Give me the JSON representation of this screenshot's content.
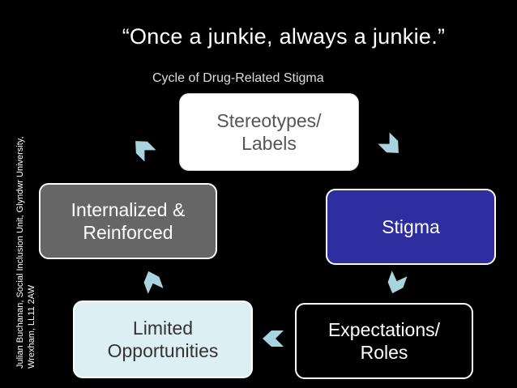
{
  "title": "“Once a junkie, always a junkie.”",
  "subtitle": "Cycle of Drug-Related Stigma",
  "credit": {
    "line1": "Julian Buchanan, Social Inclusion Unit, Glyndwr University,",
    "line2": "Wrexham, LL11 2AW"
  },
  "cycle": {
    "stereotypes": "Stereotypes/\nLabels",
    "stigma": "Stigma",
    "expectations": "Expectations/\nRoles",
    "limited": "Limited\nOpportunities",
    "internalized": "Internalized &\nReinforced"
  },
  "colors": {
    "background": "#000000",
    "arrow_fill": "#a9d3dd",
    "stigma_box": "#2e2ea0",
    "internalized_box": "#666666",
    "limited_box": "#dceff3",
    "stereotypes_box": "#ffffff"
  }
}
